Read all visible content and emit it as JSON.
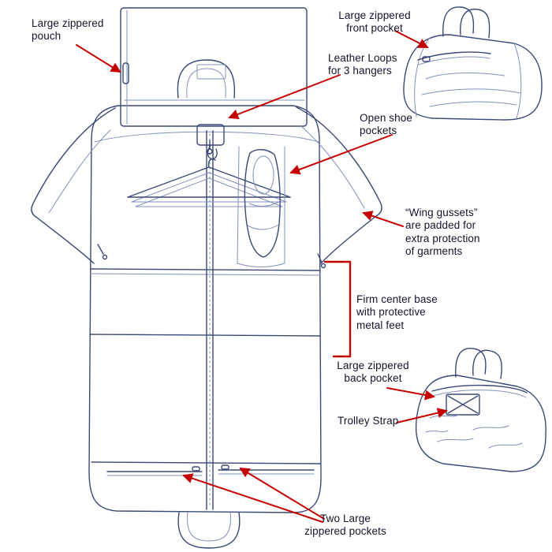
{
  "figure": {
    "background_color": "#ffffff",
    "ink_color": "#3a4878",
    "ink_light_color": "#8290b8",
    "annotation_color": "#c40000",
    "text_color": "#14142c"
  },
  "labels": {
    "pouch": "Large zippered\npouch",
    "front_pocket": "Large zippered\nfront pocket",
    "leather_loops": "Leather Loops\nfor 3 hangers",
    "shoe_pockets": "Open shoe\npockets",
    "wing_gussets": "“Wing gussets”\nare padded for\nextra protection\nof garments",
    "center_base": "Firm center base\nwith protective\nmetal feet",
    "back_pocket": "Large zippered\nback pocket",
    "trolley_strap": "Trolley Strap",
    "two_pockets": "Two Large\nzippered pockets"
  }
}
